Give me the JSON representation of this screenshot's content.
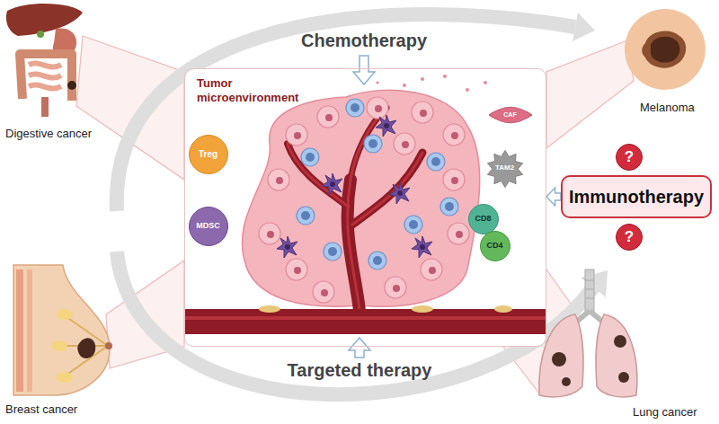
{
  "diagram": {
    "nodes": [
      {
        "text": [
          "Tumor microenvironment"
        ]
      },
      {
        "text": [
          "Treg"
        ],
        "in": 0
      },
      {
        "text": [
          "MDSC"
        ],
        "in": 0
      },
      {
        "text": [
          "CAF"
        ],
        "in": 0
      },
      {
        "text": [
          "TAM2"
        ],
        "in": 0
      },
      {
        "text": [
          "CD8"
        ],
        "in": 0
      },
      {
        "text": [
          "CD4"
        ],
        "in": 0
      },
      {
        "text": [
          "?"
        ]
      },
      {
        "text": [
          "Immunotherapy"
        ]
      },
      {
        "text": [
          "?"
        ]
      }
    ],
    "edges": [
      {
        "from": 8,
        "to": 0,
        "arrow": "to"
      }
    ],
    "labels": [
      "Chemotherapy",
      "Digestive cancer",
      "Melanoma",
      "Breast cancer",
      "Targeted therapy",
      "Lung cancer"
    ]
  }
}
